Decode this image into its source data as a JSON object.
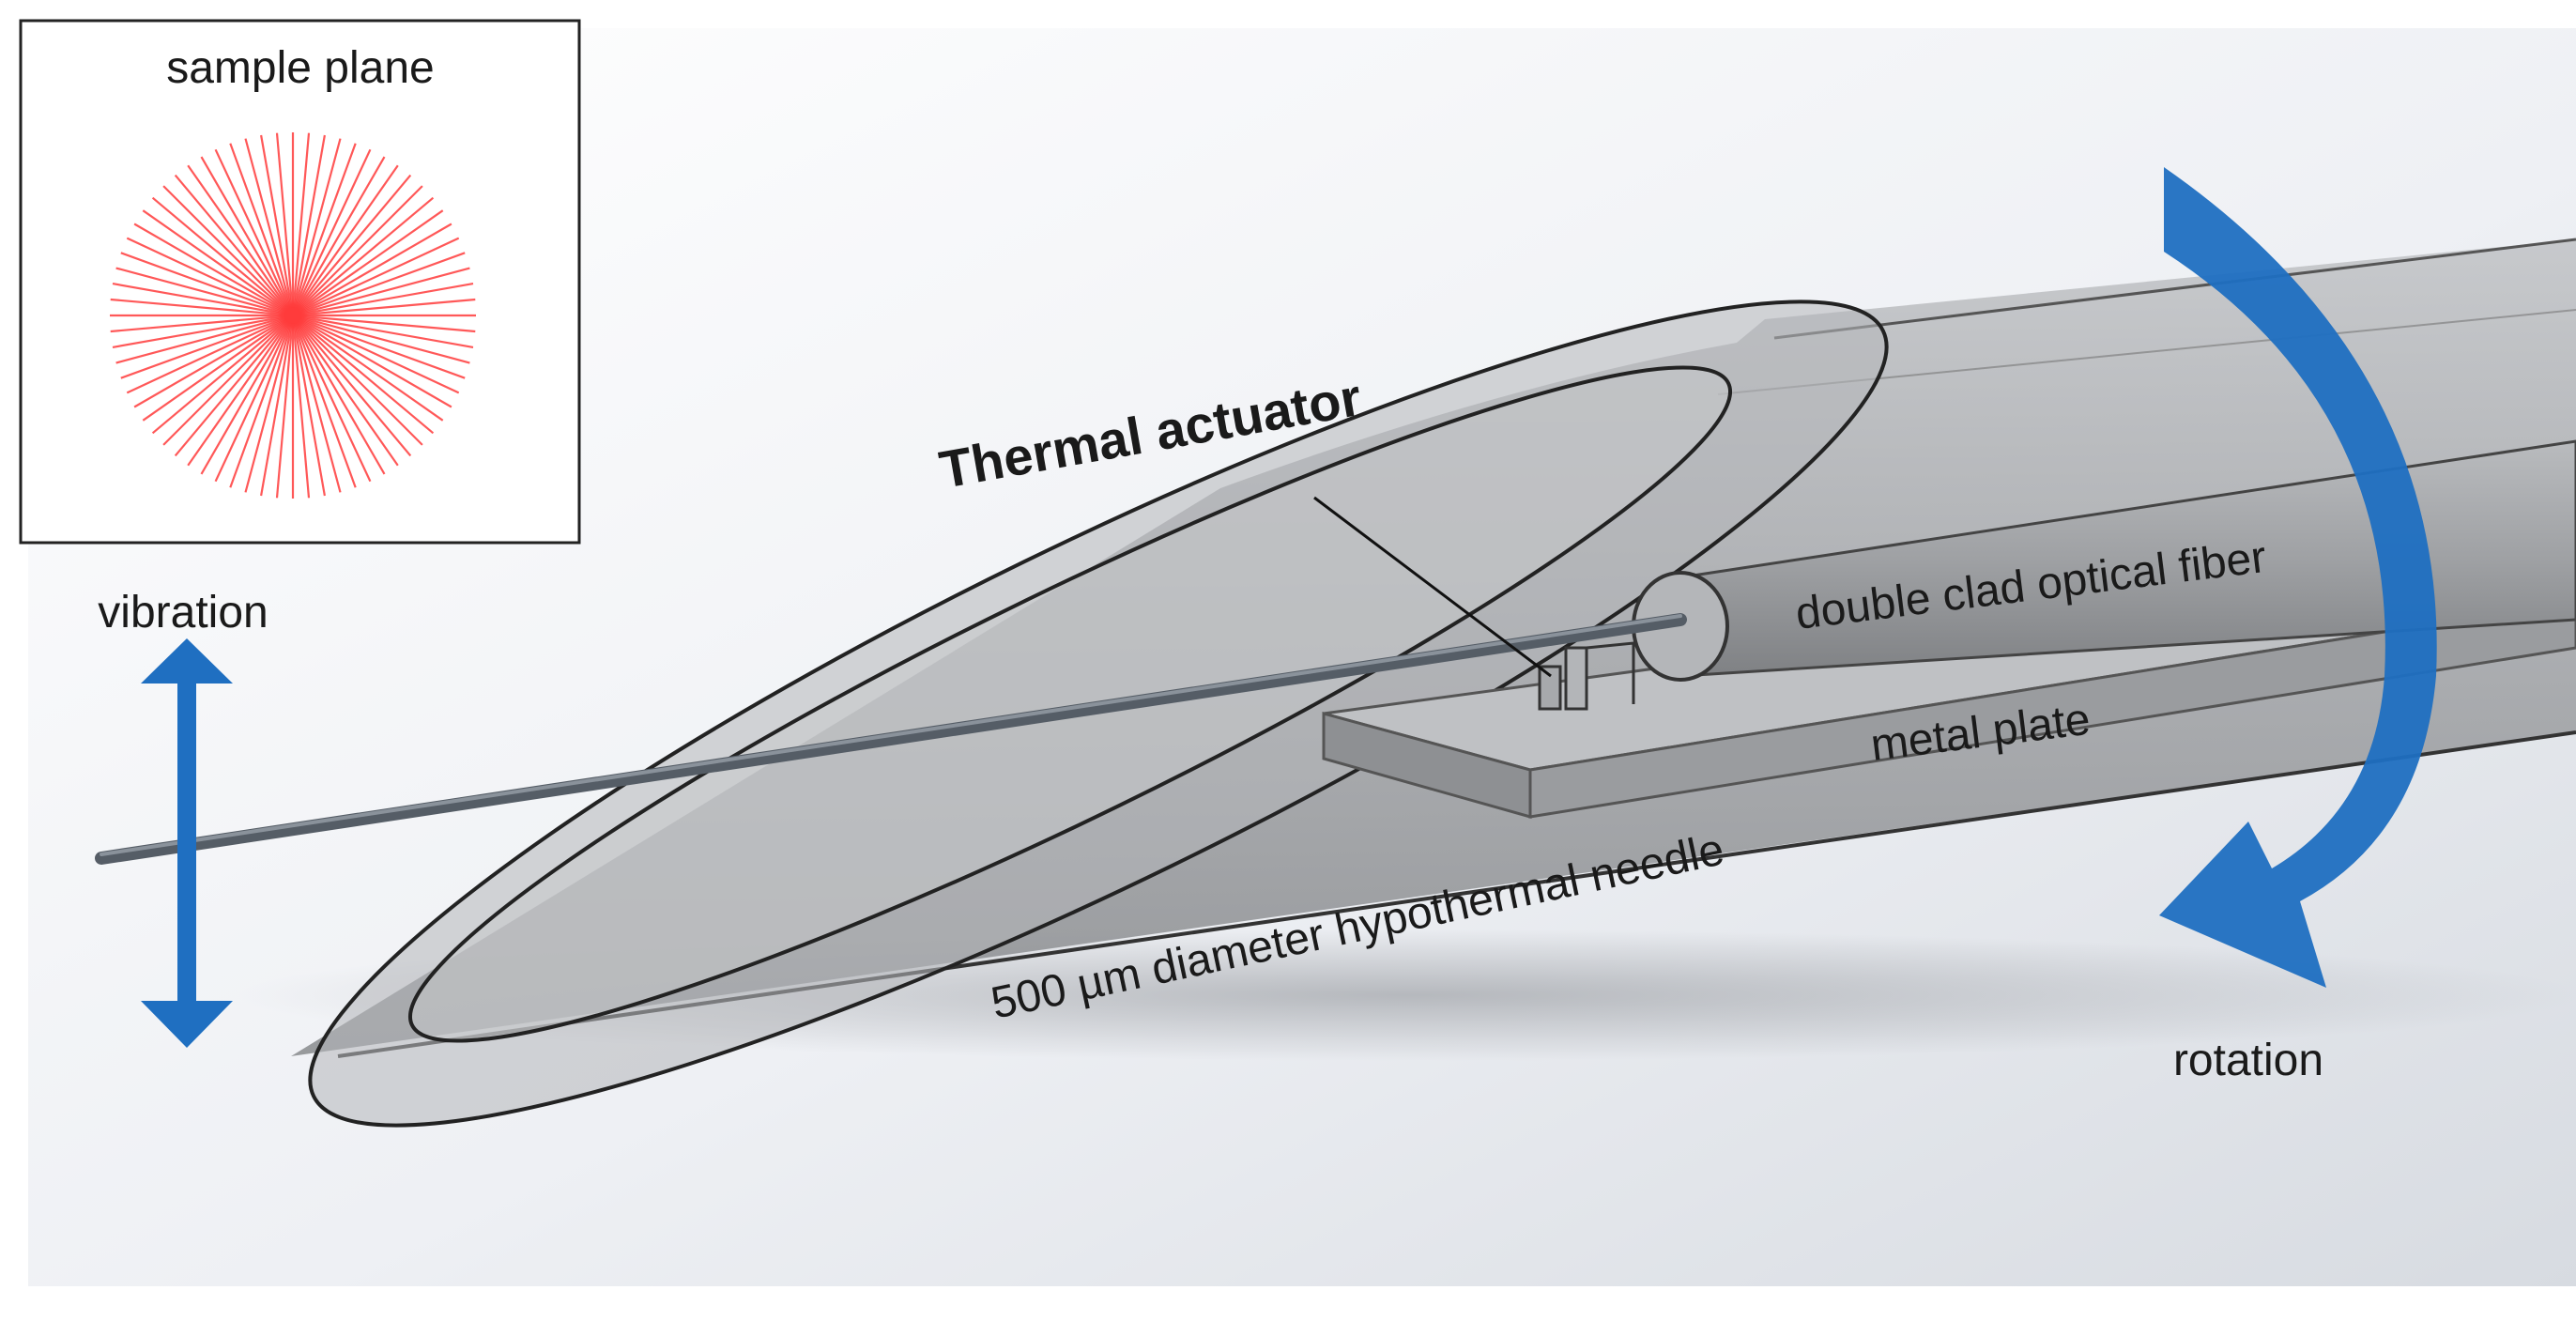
{
  "labels": {
    "sample_plane": "sample plane",
    "thermal_actuator": "Thermal actuator",
    "double_clad_fiber": "double clad optical fiber",
    "metal_plate": "metal plate",
    "vibration": "vibration",
    "needle": "500 µm diameter hypothermal needle",
    "rotation": "rotation"
  },
  "colors": {
    "arrow_blue": "#1f6fc1",
    "scan_red": "#ff3b3b",
    "needle_gray": "#a9abae",
    "outline": "#222222"
  }
}
